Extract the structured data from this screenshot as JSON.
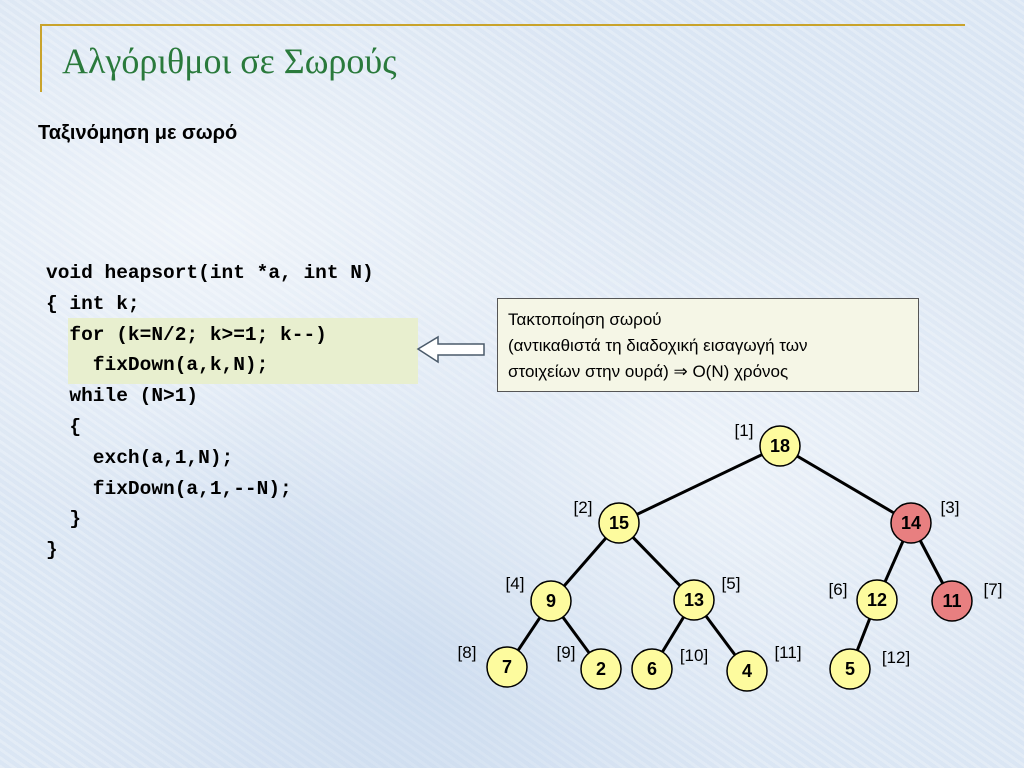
{
  "slide": {
    "title": "Αλγόριθμοι σε Σωρούς",
    "subtitle": "Ταξινόμηση με σωρό"
  },
  "code": {
    "lines": [
      "void heapsort(int *a, int N)",
      "{ int k;",
      "  for (k=N/2; k>=1; k--)",
      "    fixDown(a,k,N);",
      "  while (N>1)",
      "  {",
      "    exch(a,1,N);",
      "    fixDown(a,1,--N);",
      "  }",
      "}"
    ]
  },
  "note": {
    "line1": "Τακτοποίηση σωρού",
    "line2": "(αντικαθιστά τη διαδοχική εισαγωγή των",
    "line3": "στοιχείων στην ουρά) ⇒ O(N) χρόνος"
  },
  "tree": {
    "colors": {
      "normal": "#fdfb9e",
      "highlight": "#e87f80",
      "stroke": "#000000"
    },
    "nodes": [
      {
        "index": "[1]",
        "value": "18",
        "highlight": false
      },
      {
        "index": "[2]",
        "value": "15",
        "highlight": false
      },
      {
        "index": "[3]",
        "value": "14",
        "highlight": true
      },
      {
        "index": "[4]",
        "value": "9",
        "highlight": false
      },
      {
        "index": "[5]",
        "value": "13",
        "highlight": false
      },
      {
        "index": "[6]",
        "value": "12",
        "highlight": false
      },
      {
        "index": "[7]",
        "value": "11",
        "highlight": true
      },
      {
        "index": "[8]",
        "value": "7",
        "highlight": false
      },
      {
        "index": "[9]",
        "value": "2",
        "highlight": false
      },
      {
        "index": "[10]",
        "value": "6",
        "highlight": false
      },
      {
        "index": "[11]",
        "value": "4",
        "highlight": false
      },
      {
        "index": "[12]",
        "value": "5",
        "highlight": false
      }
    ]
  }
}
